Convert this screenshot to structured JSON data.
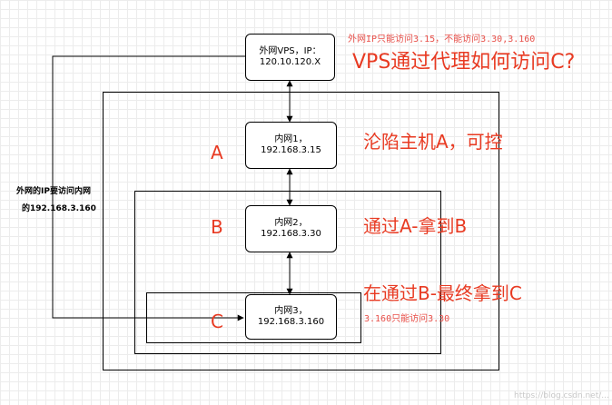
{
  "nodes": {
    "vps": "外网VPS，IP：\n120.10.120.X",
    "host_a": "内网1，192.168.3.15",
    "host_b": "内网2，192.168.3.30",
    "host_c": "内网3，\n192.168.3.160"
  },
  "zones": {
    "a": "A",
    "b": "B",
    "c": "C"
  },
  "notes": {
    "top_note": "外网IP只能访问3.15，不能访问3.30,3.160",
    "question": "VPS通过代理如何访问C?",
    "step_a": "沦陷主机A，可控",
    "step_b": "通过A-拿到B",
    "step_c": "在通过B-最终拿到C",
    "c_note": "3.160只能访问3.30",
    "side_line1": "外网的IP要访问内网",
    "side_line2": "的192.168.3.160"
  },
  "watermark": "https://blog.csdn.net/..."
}
